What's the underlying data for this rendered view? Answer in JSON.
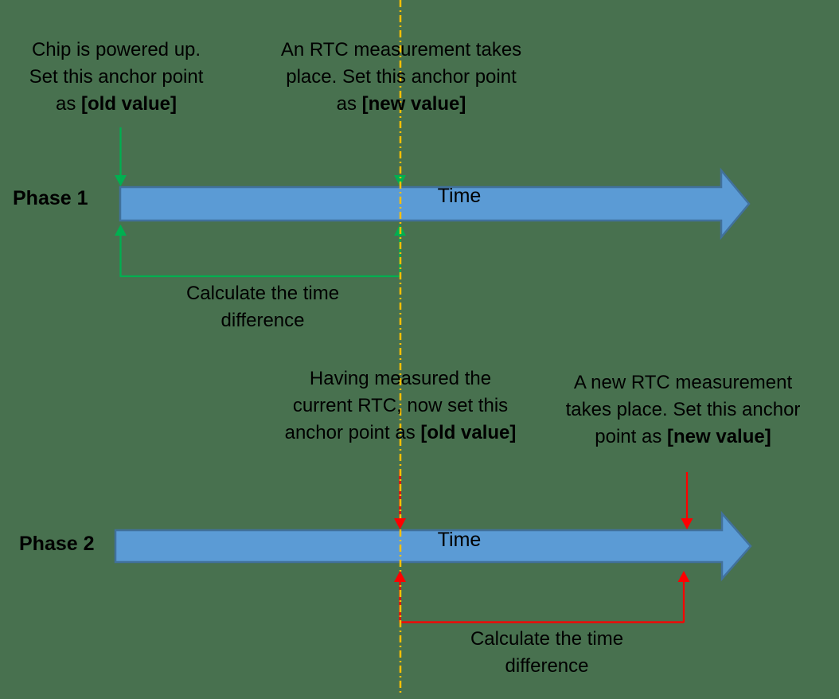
{
  "diagram": {
    "colors": {
      "background": "#48714F",
      "timeline_fill": "#5B9BD5",
      "timeline_stroke": "#41719C",
      "green_marker": "#00B050",
      "red_marker": "#FF0000",
      "reference_line_gold": "#FFC000",
      "text": "#000000"
    },
    "phase1": {
      "label": "Phase 1",
      "time_label": "Time",
      "powerup_note": {
        "line1": "Chip is powered up.",
        "line2": "Set this anchor point",
        "line3_prefix": "as ",
        "line3_bold": "[old value]"
      },
      "measurement_note": {
        "line1": "An RTC measurement takes",
        "line2": "place. Set this anchor point",
        "line3_prefix": "as ",
        "line3_bold": "[new value]"
      },
      "calc_note": {
        "line1": "Calculate the time",
        "line2": "difference"
      }
    },
    "phase2": {
      "label": "Phase 2",
      "time_label": "Time",
      "reset_note": {
        "line1": "Having measured the",
        "line2": "current RTC, now set this",
        "line3_prefix": "anchor point as ",
        "line3_bold": "[old value]"
      },
      "new_measurement_note": {
        "line1": "A new RTC measurement",
        "line2": "takes place. Set this anchor",
        "line3_prefix": "point as ",
        "line3_bold": "[new value]"
      },
      "calc_note": {
        "line1": "Calculate the time",
        "line2": "difference"
      }
    }
  }
}
